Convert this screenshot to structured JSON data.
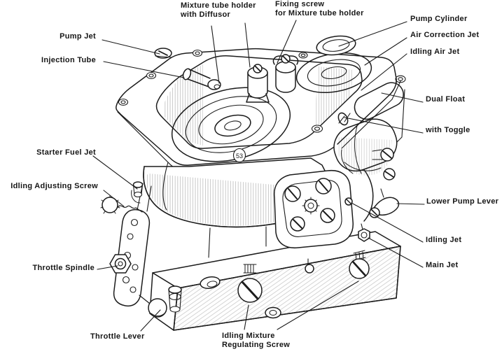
{
  "colors": {
    "ink": "#1c1c1c",
    "paper": "#ffffff"
  },
  "labels": {
    "pump_jet": "Pump Jet",
    "injection_tube": "Injection Tube",
    "mixture_tube_holder": "Mixture tube holder\nwith Diffusor",
    "fixing_screw": "Fixing screw\nfor Mixture tube holder",
    "pump_cylinder": "Pump Cylinder",
    "air_correction_jet": "Air Correction Jet",
    "idling_air_jet": "Idling Air Jet",
    "dual_float": "Dual Float",
    "with_toggle": "with Toggle",
    "lower_pump_lever": "Lower Pump Lever",
    "idling_jet": "Idling Jet",
    "main_jet": "Main Jet",
    "starter_fuel_jet": "Starter Fuel Jet",
    "idling_adjusting_screw": "Idling Adjusting Screw",
    "throttle_spindle": "Throttle Spindle",
    "throttle_lever": "Throttle Lever",
    "idling_mixture_regulating_screw": "Idling Mixture\nRegulating Screw",
    "stamp": "53"
  }
}
